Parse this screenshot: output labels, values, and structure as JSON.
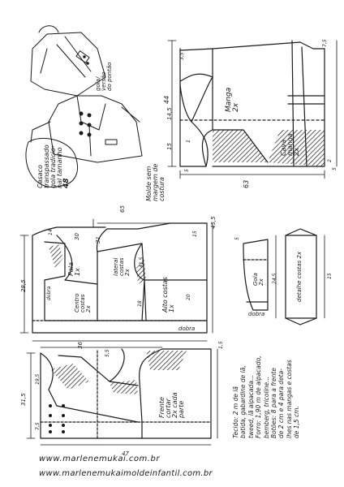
{
  "title": {
    "line1": "Casaco",
    "line2": "transpassado",
    "line3": "gola tradicio-",
    "line4": "nal tamanho",
    "size": "48"
  },
  "seam_note": {
    "line1": "Molde sem",
    "line2": "margem de",
    "line3": "costura"
  },
  "view_labels": {
    "alt_view_line1": "gola/",
    "alt_view_line2": "versão",
    "alt_view_line3": "do pontão"
  },
  "pieces": {
    "manga": {
      "name": "Manga",
      "qty": "2x"
    },
    "cava_manga": {
      "name": "Cava",
      "name2": "manga",
      "qty": "2x"
    },
    "pala": {
      "name": "Pala",
      "qty": "1x"
    },
    "lateral_costas": {
      "name": "lateral",
      "name2": "costas",
      "qty": "2x"
    },
    "centro_costas": {
      "name": "Centro",
      "name2": "costas",
      "qty": "2x"
    },
    "alto_costas": {
      "name": "Alto costas",
      "qty": "1x"
    },
    "gola": {
      "name": "Gola",
      "qty": "2x"
    },
    "detalhe_costas": {
      "name": "detalhe costas",
      "qty": "2x"
    },
    "frente": {
      "name": "Frente",
      "name2": "cortar",
      "name3": "2x cada",
      "name4": "parte"
    }
  },
  "fold_labels": {
    "dobra": "dobra"
  },
  "measurements": {
    "m1": "44",
    "m2": "63",
    "m3": "15",
    "m4": "14,5",
    "m5": "3,5",
    "m6": "7,5",
    "m7": "5",
    "m8": "5",
    "m9": "1",
    "m10": "2",
    "m11": "45,5",
    "m12": "65",
    "m13": "30",
    "m14": "31",
    "m15": "28,5",
    "m16": "14",
    "m17": "15",
    "m18": "41,5",
    "m19": "18",
    "m20": "20",
    "m21": "36",
    "m22": "31,5",
    "m23": "19,5",
    "m24": "7,5",
    "m25": "24,5",
    "m26": "5",
    "m27": "15",
    "m28": "47",
    "m29": "5,5",
    "m30": "1,5"
  },
  "notes": {
    "l1": "Tecido: 2 m de lã",
    "l2": "batida, gabardine de lã,",
    "l3": "tweed, lã alpacada...",
    "l4": "Forro: 1,90 m de alpacado,",
    "l5": "bemberg, tricoline...",
    "l6": "Botões: 8 para a frente",
    "l7": "de 2 cm e 4 para deta-",
    "l8": "lhes nas mangas e costas",
    "l9": "de 1,5 cm."
  },
  "footer": {
    "url1": "www.marlenemukai.com.br",
    "url2": "www.marlenemukaimoldeinfantil.com.br"
  }
}
